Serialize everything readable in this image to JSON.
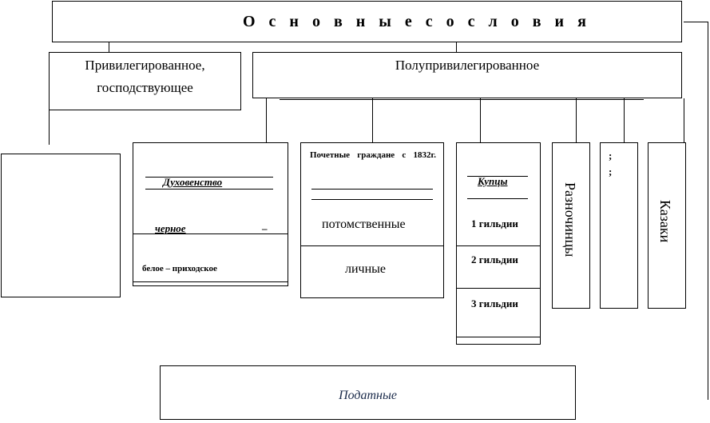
{
  "title": "О с н о в н ы е   с о с л о в и я",
  "privileged": {
    "line1": "Привилегированное,",
    "line2": "господствующее"
  },
  "semi_privileged": {
    "label": "Полупривилегированное"
  },
  "clergy": {
    "heading": "Духовенство",
    "black": "черное",
    "dash": "–",
    "white": "белое – приходское"
  },
  "citizens": {
    "heading": "Почетные граждане с 1832г.",
    "hereditary": "потомственные",
    "personal": "личные"
  },
  "merchants": {
    "heading": "Купцы",
    "guild1": "1 гильдии",
    "guild2": "2 гильдии",
    "guild3": "3 гильдии"
  },
  "raznochintsy": {
    "label": "Разночинцы"
  },
  "odnodvortsy": {
    "label": "; ;"
  },
  "cossacks": {
    "label": "Казаки"
  },
  "taxable": {
    "label": "Податные"
  }
}
